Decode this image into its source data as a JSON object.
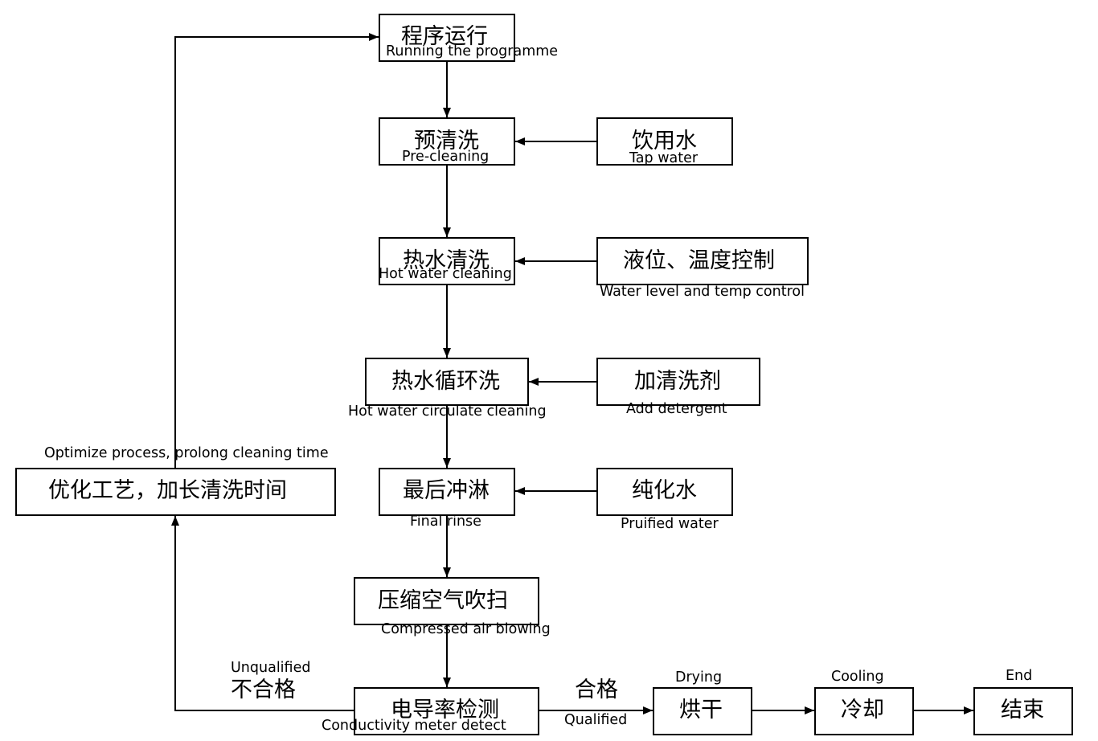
{
  "nodes": {
    "run": {
      "zh": "程序运行",
      "en": "Running the programme"
    },
    "pre": {
      "zh": "预清洗",
      "en": "Pre-cleaning"
    },
    "hot": {
      "zh": "热水清洗",
      "en": "Hot water cleaning"
    },
    "circ": {
      "zh": "热水循环洗",
      "en": "Hot water circulate cleaning"
    },
    "rinse": {
      "zh": "最后冲淋",
      "en": "Final rinse"
    },
    "air": {
      "zh": "压缩空气吹扫",
      "en": "Compressed air blowing"
    },
    "detect": {
      "zh": "电导率检测",
      "en": "Conductivity meter detect"
    },
    "tap": {
      "zh": "饮用水",
      "en": "Tap water"
    },
    "level": {
      "zh": "液位、温度控制",
      "en": "Water level and temp control"
    },
    "deterg": {
      "zh": "加清洗剂",
      "en": "Add detergent"
    },
    "pure": {
      "zh": "纯化水",
      "en": "Pruified water"
    },
    "optimize": {
      "zh": "优化工艺，加长清洗时间",
      "en": "Optimize process, prolong cleaning time"
    },
    "dry": {
      "zh": "烘干",
      "en": "Drying"
    },
    "cool": {
      "zh": "冷却",
      "en": "Cooling"
    },
    "end": {
      "zh": "结束",
      "en": "End"
    }
  },
  "edges": {
    "unqualified": {
      "zh": "不合格",
      "en": "Unqualified"
    },
    "qualified": {
      "zh": "合格",
      "en": "Qualified"
    }
  }
}
